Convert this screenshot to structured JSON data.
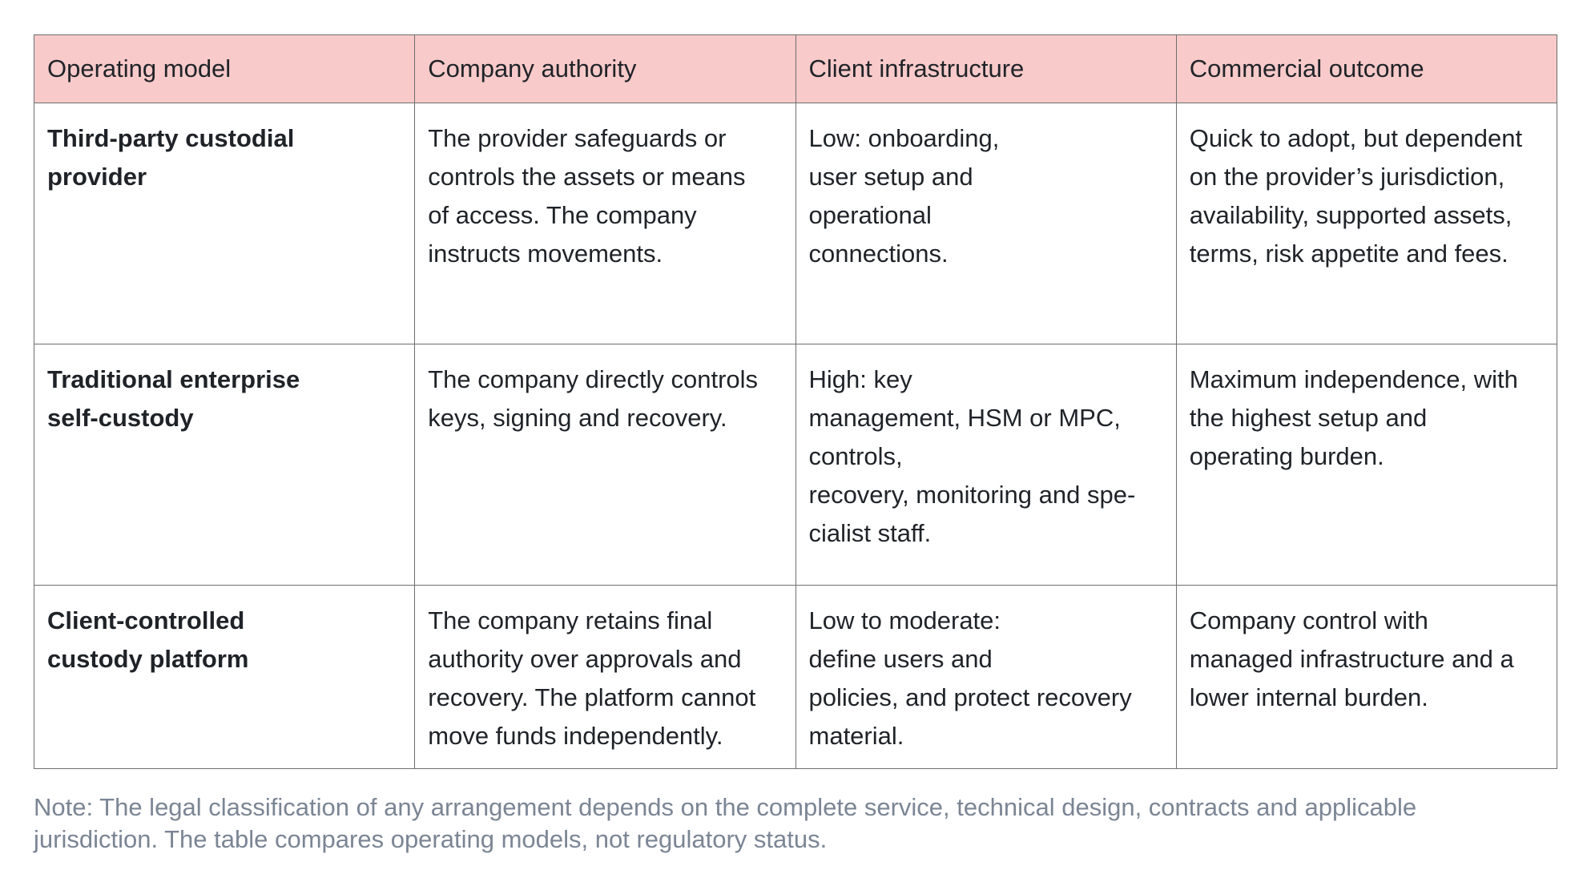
{
  "table": {
    "headers": [
      "Operating model",
      "Company authority",
      "Client infrastructure",
      "Commercial outcome"
    ],
    "rows": [
      {
        "model": [
          "Third-party custodial",
          "provider"
        ],
        "authority": [
          "The provider safeguards or",
          "controls the assets or means",
          "of access. The company",
          "instructs movements."
        ],
        "infrastructure": [
          "Low: onboarding,",
          "user setup and",
          "operational",
          "connections."
        ],
        "outcome": [
          "Quick to adopt, but dependent",
          "on the provider’s jurisdiction,",
          "availability, supported assets,",
          "terms, risk appetite and fees."
        ]
      },
      {
        "model": [
          "Traditional enterprise",
          "self-custody"
        ],
        "authority": [
          "The company directly controls",
          "keys, signing and recovery."
        ],
        "infrastructure": [
          "High: key",
          "management, HSM or MPC,",
          "controls,",
          "recovery, monitoring and spe-",
          "cialist staff."
        ],
        "outcome": [
          "Maximum independence, with",
          "the highest setup and",
          "operating burden."
        ]
      },
      {
        "model": [
          "Client-controlled",
          "custody platform"
        ],
        "authority": [
          "The company retains final",
          "authority over approvals and",
          "recovery. The platform cannot",
          "move funds independently."
        ],
        "infrastructure": [
          "Low to moderate:",
          "define users and",
          "policies, and protect recovery",
          "material."
        ],
        "outcome": [
          "Company control with",
          "managed infrastructure and a",
          "lower internal burden."
        ]
      }
    ]
  },
  "note": [
    "Note: The legal classification of any arrangement depends on the complete service, technical design, contracts and applicable",
    "jurisdiction. The table compares operating models, not regulatory status."
  ],
  "colors": {
    "header_background": "#f8caca",
    "border": "#6f6f6f",
    "note_text": "#7b8594"
  }
}
